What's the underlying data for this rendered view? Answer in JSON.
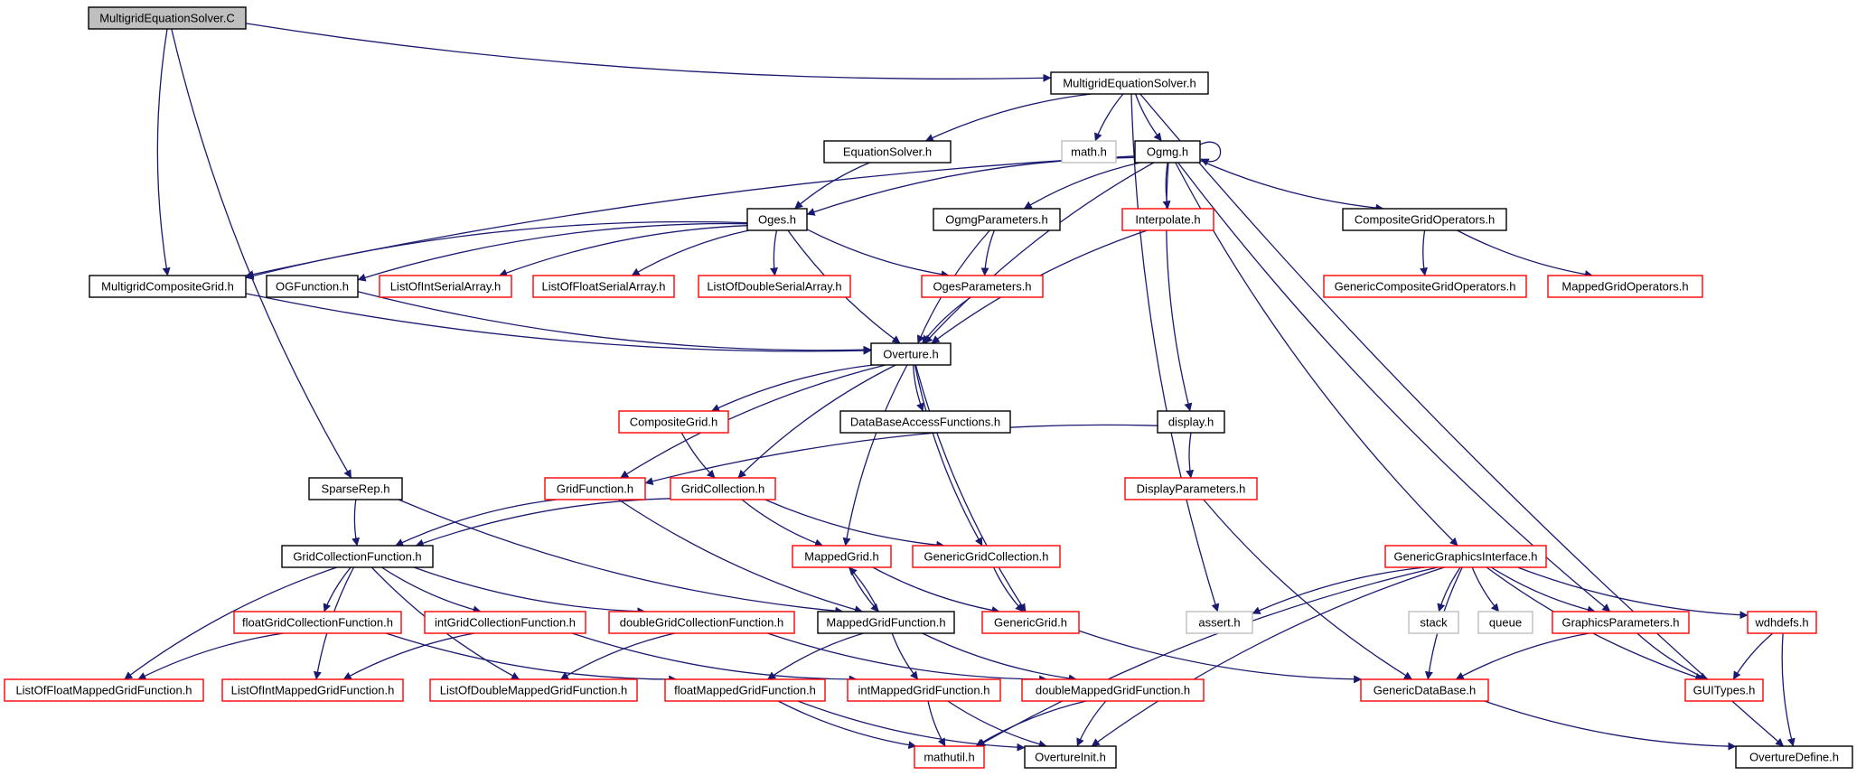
{
  "diagram": {
    "colors": {
      "edge": "#191970",
      "root_fill": "#bfbfbf",
      "documented_border": "#000000",
      "undocumented_border": "#ff0000",
      "system_border": "#bfbfbf",
      "text": "#000000"
    },
    "nodes": [
      {
        "id": "n0",
        "label": "MultigridEquationSolver.C",
        "kind": "root"
      },
      {
        "id": "n1",
        "label": "MultigridEquationSolver.h",
        "kind": "documented"
      },
      {
        "id": "n2",
        "label": "EquationSolver.h",
        "kind": "documented"
      },
      {
        "id": "n3",
        "label": "math.h",
        "kind": "system"
      },
      {
        "id": "n4",
        "label": "Ogmg.h",
        "kind": "documented"
      },
      {
        "id": "n5",
        "label": "Oges.h",
        "kind": "documented"
      },
      {
        "id": "n6",
        "label": "OgmgParameters.h",
        "kind": "documented"
      },
      {
        "id": "n7",
        "label": "Interpolate.h",
        "kind": "undocumented"
      },
      {
        "id": "n8",
        "label": "CompositeGridOperators.h",
        "kind": "documented"
      },
      {
        "id": "n9",
        "label": "MultigridCompositeGrid.h",
        "kind": "documented"
      },
      {
        "id": "n10",
        "label": "OGFunction.h",
        "kind": "documented"
      },
      {
        "id": "n11",
        "label": "ListOfIntSerialArray.h",
        "kind": "undocumented"
      },
      {
        "id": "n12",
        "label": "ListOfFloatSerialArray.h",
        "kind": "undocumented"
      },
      {
        "id": "n13",
        "label": "ListOfDoubleSerialArray.h",
        "kind": "undocumented"
      },
      {
        "id": "n14",
        "label": "OgesParameters.h",
        "kind": "undocumented"
      },
      {
        "id": "n15",
        "label": "GenericCompositeGridOperators.h",
        "kind": "undocumented"
      },
      {
        "id": "n16",
        "label": "MappedGridOperators.h",
        "kind": "undocumented"
      },
      {
        "id": "n17",
        "label": "Overture.h",
        "kind": "documented"
      },
      {
        "id": "n18",
        "label": "CompositeGrid.h",
        "kind": "undocumented"
      },
      {
        "id": "n19",
        "label": "DataBaseAccessFunctions.h",
        "kind": "documented"
      },
      {
        "id": "n20",
        "label": "display.h",
        "kind": "documented"
      },
      {
        "id": "n21",
        "label": "SparseRep.h",
        "kind": "documented"
      },
      {
        "id": "n22",
        "label": "GridFunction.h",
        "kind": "undocumented"
      },
      {
        "id": "n23",
        "label": "GridCollection.h",
        "kind": "undocumented"
      },
      {
        "id": "n24",
        "label": "DisplayParameters.h",
        "kind": "undocumented"
      },
      {
        "id": "n25",
        "label": "GridCollectionFunction.h",
        "kind": "documented"
      },
      {
        "id": "n26",
        "label": "MappedGrid.h",
        "kind": "undocumented"
      },
      {
        "id": "n27",
        "label": "GenericGridCollection.h",
        "kind": "undocumented"
      },
      {
        "id": "n28",
        "label": "GenericGraphicsInterface.h",
        "kind": "undocumented"
      },
      {
        "id": "n29",
        "label": "floatGridCollectionFunction.h",
        "kind": "undocumented"
      },
      {
        "id": "n30",
        "label": "intGridCollectionFunction.h",
        "kind": "undocumented"
      },
      {
        "id": "n31",
        "label": "doubleGridCollectionFunction.h",
        "kind": "undocumented"
      },
      {
        "id": "n32",
        "label": "MappedGridFunction.h",
        "kind": "documented"
      },
      {
        "id": "n33",
        "label": "GenericGrid.h",
        "kind": "undocumented"
      },
      {
        "id": "n34",
        "label": "assert.h",
        "kind": "system"
      },
      {
        "id": "n35",
        "label": "stack",
        "kind": "system"
      },
      {
        "id": "n36",
        "label": "queue",
        "kind": "system"
      },
      {
        "id": "n37",
        "label": "GraphicsParameters.h",
        "kind": "undocumented"
      },
      {
        "id": "n38",
        "label": "wdhdefs.h",
        "kind": "undocumented"
      },
      {
        "id": "n39",
        "label": "ListOfFloatMappedGridFunction.h",
        "kind": "undocumented"
      },
      {
        "id": "n40",
        "label": "ListOfIntMappedGridFunction.h",
        "kind": "undocumented"
      },
      {
        "id": "n41",
        "label": "ListOfDoubleMappedGridFunction.h",
        "kind": "undocumented"
      },
      {
        "id": "n42",
        "label": "floatMappedGridFunction.h",
        "kind": "undocumented"
      },
      {
        "id": "n43",
        "label": "intMappedGridFunction.h",
        "kind": "undocumented"
      },
      {
        "id": "n44",
        "label": "doubleMappedGridFunction.h",
        "kind": "undocumented"
      },
      {
        "id": "n45",
        "label": "GenericDataBase.h",
        "kind": "undocumented"
      },
      {
        "id": "n46",
        "label": "GUITypes.h",
        "kind": "undocumented"
      },
      {
        "id": "n47",
        "label": "mathutil.h",
        "kind": "undocumented"
      },
      {
        "id": "n48",
        "label": "OvertureInit.h",
        "kind": "documented"
      },
      {
        "id": "n49",
        "label": "OvertureDefine.h",
        "kind": "documented"
      }
    ],
    "edges": [
      [
        "n0",
        "n1"
      ],
      [
        "n0",
        "n9"
      ],
      [
        "n0",
        "n21"
      ],
      [
        "n1",
        "n2"
      ],
      [
        "n1",
        "n3"
      ],
      [
        "n1",
        "n4"
      ],
      [
        "n1",
        "n34"
      ],
      [
        "n1",
        "n49"
      ],
      [
        "n2",
        "n5"
      ],
      [
        "n4",
        "n4"
      ],
      [
        "n4",
        "n5"
      ],
      [
        "n4",
        "n6"
      ],
      [
        "n4",
        "n7"
      ],
      [
        "n4",
        "n8"
      ],
      [
        "n4",
        "n9"
      ],
      [
        "n4",
        "n17"
      ],
      [
        "n4",
        "n20"
      ],
      [
        "n4",
        "n28"
      ],
      [
        "n4",
        "n37"
      ],
      [
        "n5",
        "n9"
      ],
      [
        "n5",
        "n10"
      ],
      [
        "n5",
        "n11"
      ],
      [
        "n5",
        "n12"
      ],
      [
        "n5",
        "n13"
      ],
      [
        "n5",
        "n14"
      ],
      [
        "n5",
        "n17"
      ],
      [
        "n6",
        "n14"
      ],
      [
        "n6",
        "n17"
      ],
      [
        "n7",
        "n17"
      ],
      [
        "n8",
        "n15"
      ],
      [
        "n8",
        "n16"
      ],
      [
        "n9",
        "n17"
      ],
      [
        "n10",
        "n17"
      ],
      [
        "n14",
        "n17"
      ],
      [
        "n17",
        "n18"
      ],
      [
        "n17",
        "n19"
      ],
      [
        "n17",
        "n22"
      ],
      [
        "n17",
        "n23"
      ],
      [
        "n17",
        "n26"
      ],
      [
        "n17",
        "n27"
      ],
      [
        "n17",
        "n33"
      ],
      [
        "n18",
        "n23"
      ],
      [
        "n20",
        "n22"
      ],
      [
        "n20",
        "n24"
      ],
      [
        "n21",
        "n25"
      ],
      [
        "n21",
        "n32"
      ],
      [
        "n22",
        "n25"
      ],
      [
        "n22",
        "n32"
      ],
      [
        "n23",
        "n25"
      ],
      [
        "n23",
        "n26"
      ],
      [
        "n23",
        "n27"
      ],
      [
        "n24",
        "n45"
      ],
      [
        "n25",
        "n29"
      ],
      [
        "n25",
        "n30"
      ],
      [
        "n25",
        "n31"
      ],
      [
        "n25",
        "n39"
      ],
      [
        "n25",
        "n40"
      ],
      [
        "n25",
        "n41"
      ],
      [
        "n26",
        "n32"
      ],
      [
        "n26",
        "n33"
      ],
      [
        "n32",
        "n26"
      ],
      [
        "n27",
        "n33"
      ],
      [
        "n28",
        "n34"
      ],
      [
        "n28",
        "n35"
      ],
      [
        "n28",
        "n36"
      ],
      [
        "n28",
        "n37"
      ],
      [
        "n28",
        "n38"
      ],
      [
        "n28",
        "n45"
      ],
      [
        "n28",
        "n46"
      ],
      [
        "n28",
        "n47"
      ],
      [
        "n28",
        "n48"
      ],
      [
        "n29",
        "n39"
      ],
      [
        "n29",
        "n42"
      ],
      [
        "n30",
        "n40"
      ],
      [
        "n30",
        "n43"
      ],
      [
        "n31",
        "n41"
      ],
      [
        "n31",
        "n44"
      ],
      [
        "n32",
        "n42"
      ],
      [
        "n32",
        "n43"
      ],
      [
        "n32",
        "n44"
      ],
      [
        "n33",
        "n45"
      ],
      [
        "n37",
        "n45"
      ],
      [
        "n37",
        "n46"
      ],
      [
        "n38",
        "n46"
      ],
      [
        "n38",
        "n49"
      ],
      [
        "n42",
        "n47"
      ],
      [
        "n42",
        "n48"
      ],
      [
        "n43",
        "n47"
      ],
      [
        "n43",
        "n48"
      ],
      [
        "n44",
        "n47"
      ],
      [
        "n44",
        "n48"
      ],
      [
        "n45",
        "n49"
      ]
    ]
  }
}
